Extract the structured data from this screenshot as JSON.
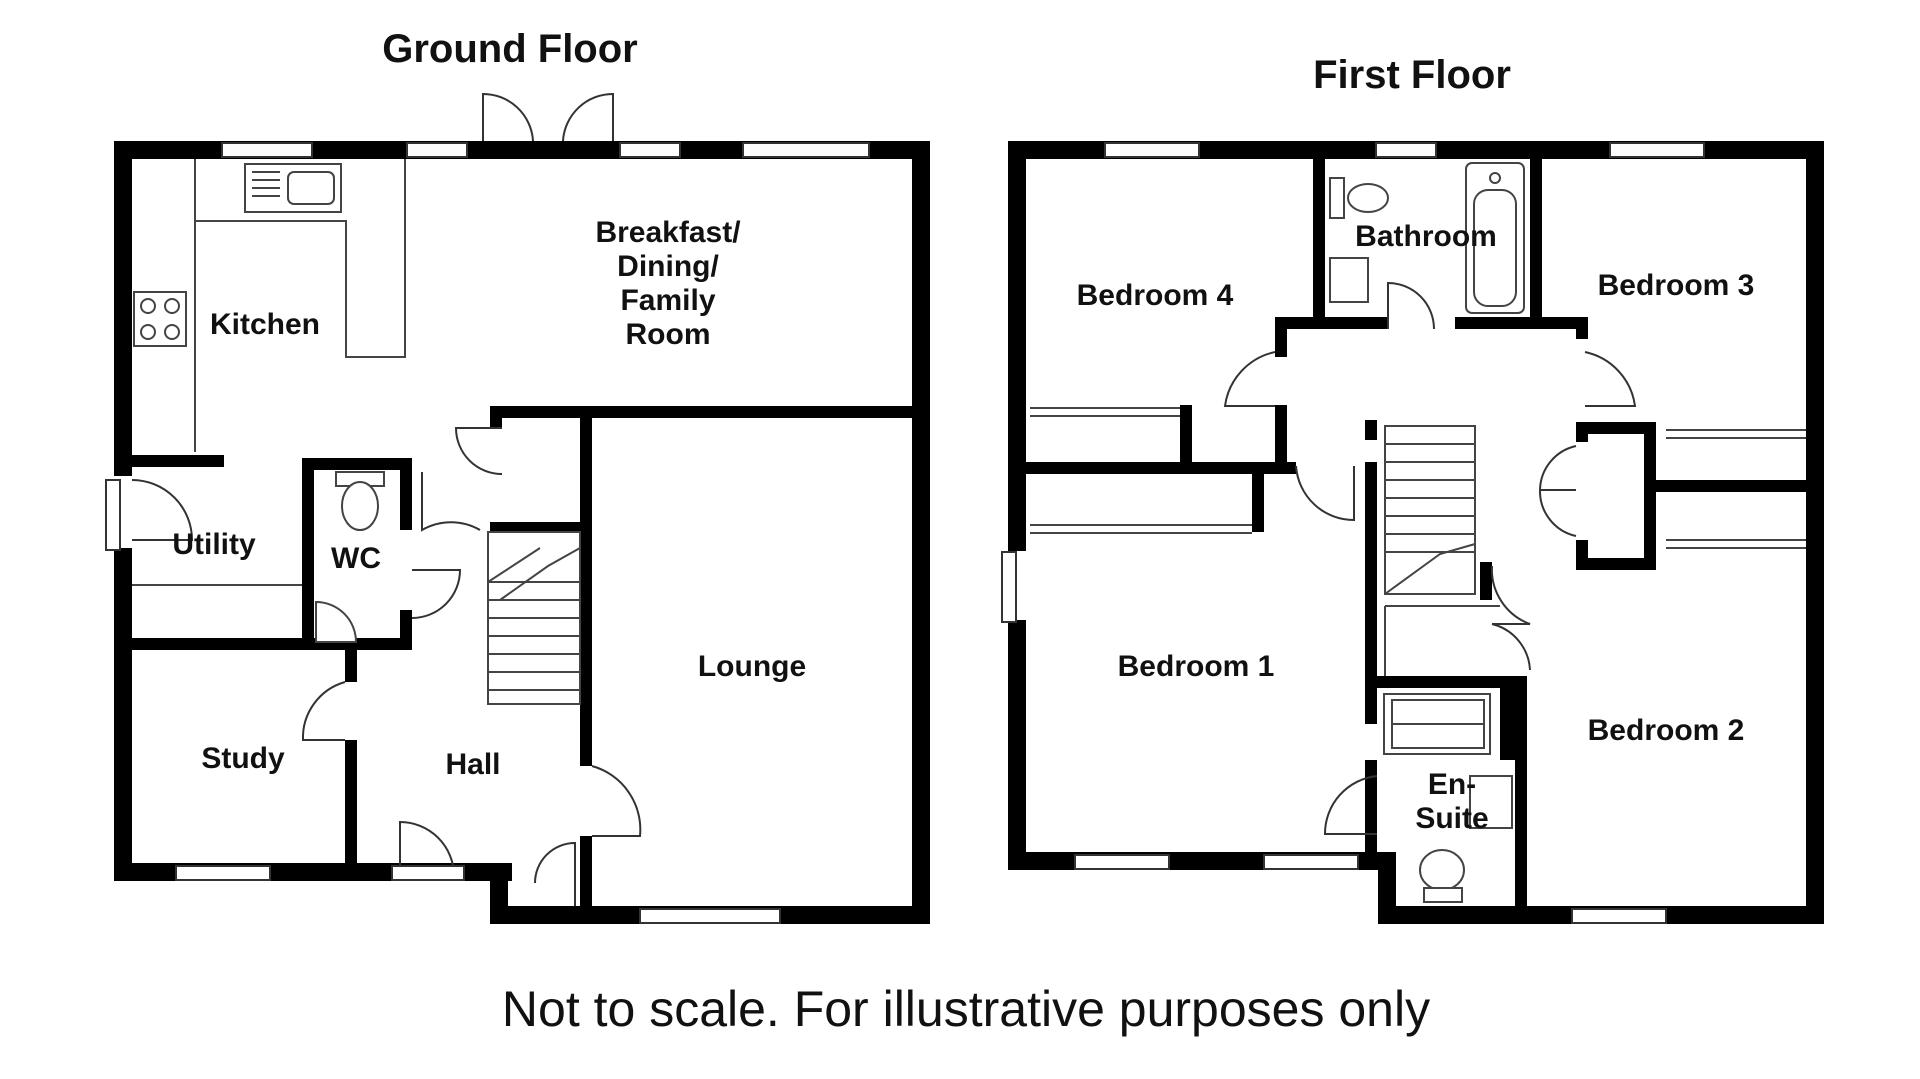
{
  "titles": {
    "ground_floor": "Ground Floor",
    "first_floor": "First Floor"
  },
  "ground_rooms": {
    "kitchen": "Kitchen",
    "breakfast_1": "Breakfast/",
    "breakfast_2": "Dining/",
    "breakfast_3": "Family",
    "breakfast_4": "Room",
    "utility": "Utility",
    "wc": "WC",
    "lounge": "Lounge",
    "study": "Study",
    "hall": "Hall"
  },
  "first_rooms": {
    "bedroom4": "Bedroom 4",
    "bathroom": "Bathroom",
    "bedroom3": "Bedroom 3",
    "bedroom1": "Bedroom 1",
    "bedroom2": "Bedroom 2",
    "ensuite_1": "En-",
    "ensuite_2": "Suite"
  },
  "caption": "Not to scale. For illustrative purposes only"
}
